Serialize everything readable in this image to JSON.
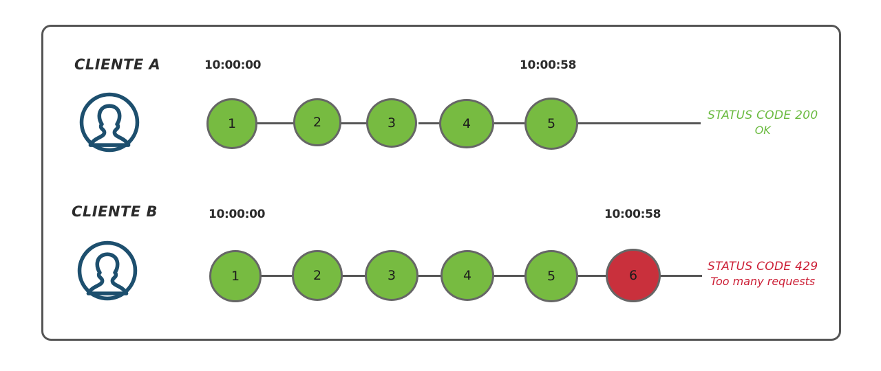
{
  "diagram": {
    "title_hidden": "",
    "frame": {
      "border_color": "#555555"
    },
    "colors": {
      "node_ok": "#77bb41",
      "node_error": "#c9303c",
      "node_border": "#666666",
      "connector": "#555555",
      "avatar": "#1d4f6e",
      "status_ok_text": "#6aba3f",
      "status_error_text": "#cc1f36"
    },
    "rows": [
      {
        "id": "client-a",
        "label": "CLIENTE A",
        "avatar_icon": "user-avatar-icon",
        "start_time": "10:00:00",
        "end_time": "10:00:58",
        "nodes": [
          {
            "n": "1",
            "state": "ok"
          },
          {
            "n": "2",
            "state": "ok"
          },
          {
            "n": "3",
            "state": "ok"
          },
          {
            "n": "4",
            "state": "ok"
          },
          {
            "n": "5",
            "state": "ok"
          }
        ],
        "status": {
          "line1": "STATUS CODE 200",
          "line2": "OK",
          "state": "ok"
        }
      },
      {
        "id": "client-b",
        "label": "CLIENTE B",
        "avatar_icon": "user-avatar-icon",
        "start_time": "10:00:00",
        "end_time": "10:00:58",
        "nodes": [
          {
            "n": "1",
            "state": "ok"
          },
          {
            "n": "2",
            "state": "ok"
          },
          {
            "n": "3",
            "state": "ok"
          },
          {
            "n": "4",
            "state": "ok"
          },
          {
            "n": "5",
            "state": "ok"
          },
          {
            "n": "6",
            "state": "error"
          }
        ],
        "status": {
          "line1": "STATUS CODE 429",
          "line2": "Too many requests",
          "state": "error"
        }
      }
    ]
  }
}
